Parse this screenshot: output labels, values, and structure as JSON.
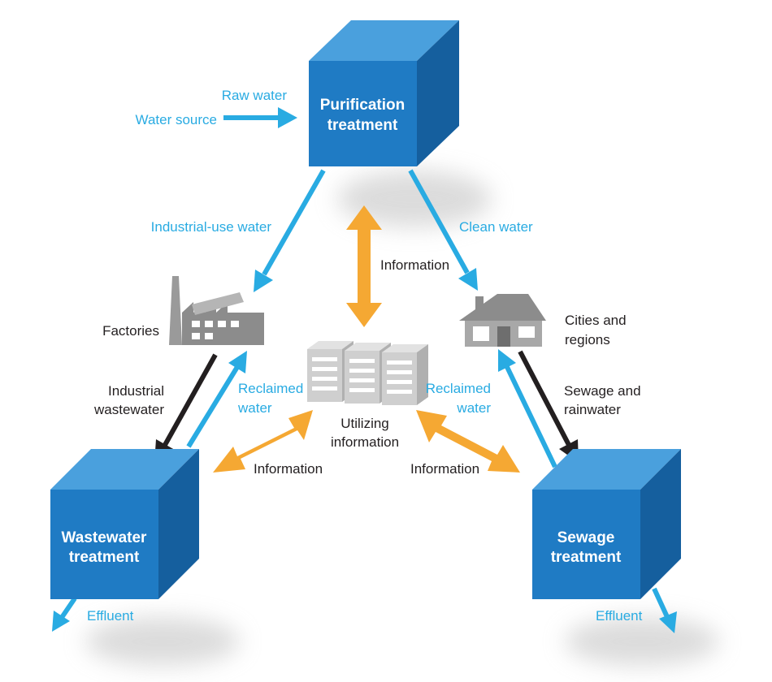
{
  "colors": {
    "blue_arrow": "#29abe2",
    "orange_arrow": "#f5a833",
    "dark_arrow": "#231f20",
    "cube_front": "#1f7bc4",
    "cube_top": "#4aa0dd",
    "cube_side": "#155f9e",
    "icon_gray": "#8c8c8c"
  },
  "nodes": {
    "purification": {
      "line1": "Purification",
      "line2": "treatment"
    },
    "wastewater": {
      "line1": "Wastewater",
      "line2": "treatment"
    },
    "sewage": {
      "line1": "Sewage",
      "line2": "treatment"
    },
    "factories": {
      "label": "Factories",
      "icon": "factory-icon"
    },
    "cities": {
      "line1": "Cities and",
      "line2": "regions",
      "icon": "house-icon"
    },
    "servers": {
      "line1": "Utilizing",
      "line2": "information",
      "icon": "server-icon"
    }
  },
  "flows": {
    "raw_water": "Raw water",
    "water_source": "Water source",
    "industrial_use_water": "Industrial-use water",
    "clean_water": "Clean water",
    "information_top": "Information",
    "industrial_wastewater_1": "Industrial",
    "industrial_wastewater_2": "wastewater",
    "reclaimed_left_1": "Reclaimed",
    "reclaimed_left_2": "water",
    "reclaimed_right_1": "Reclaimed",
    "reclaimed_right_2": "water",
    "sewage_rainwater_1": "Sewage and",
    "sewage_rainwater_2": "rainwater",
    "information_left": "Information",
    "information_right": "Information",
    "effluent_left": "Effluent",
    "effluent_right": "Effluent"
  }
}
